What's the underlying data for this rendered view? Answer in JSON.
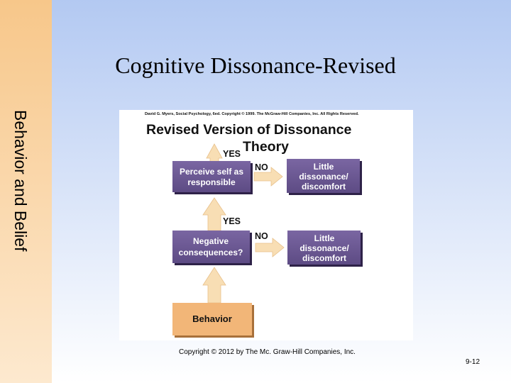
{
  "slide": {
    "title": "Cognitive Dissonance-Revised",
    "side_label": "Behavior and Belief",
    "copyright": "Copyright © 2012 by The Mc. Graw-Hill Companies, Inc.",
    "page_number": "9-12"
  },
  "figure": {
    "credit": "David G. Myers, Social Psychology, 6ed. Copyright © 1999. The McGraw-Hill Companies, Inc. All Rights Reserved.",
    "heading_line1": "Revised Version of Dissonance",
    "heading_line2": "Theory",
    "yes_top": "YES",
    "yes_mid": "YES",
    "no_top": "NO",
    "no_mid": "NO",
    "box_perceive_line1": "Perceive self as",
    "box_perceive_line2": "responsible",
    "box_negative_line1": "Negative",
    "box_negative_line2": "consequences?",
    "box_little_line1": "Little",
    "box_little_line2": "dissonance/",
    "box_little_line3": "discomfort",
    "box_behavior": "Behavior"
  },
  "colors": {
    "box_purple": "#6d5a93",
    "box_shadow": "#2e2248",
    "box_orange": "#f2b678",
    "arrow_fill": "#f8deb4",
    "left_band": "#f7c78a"
  }
}
